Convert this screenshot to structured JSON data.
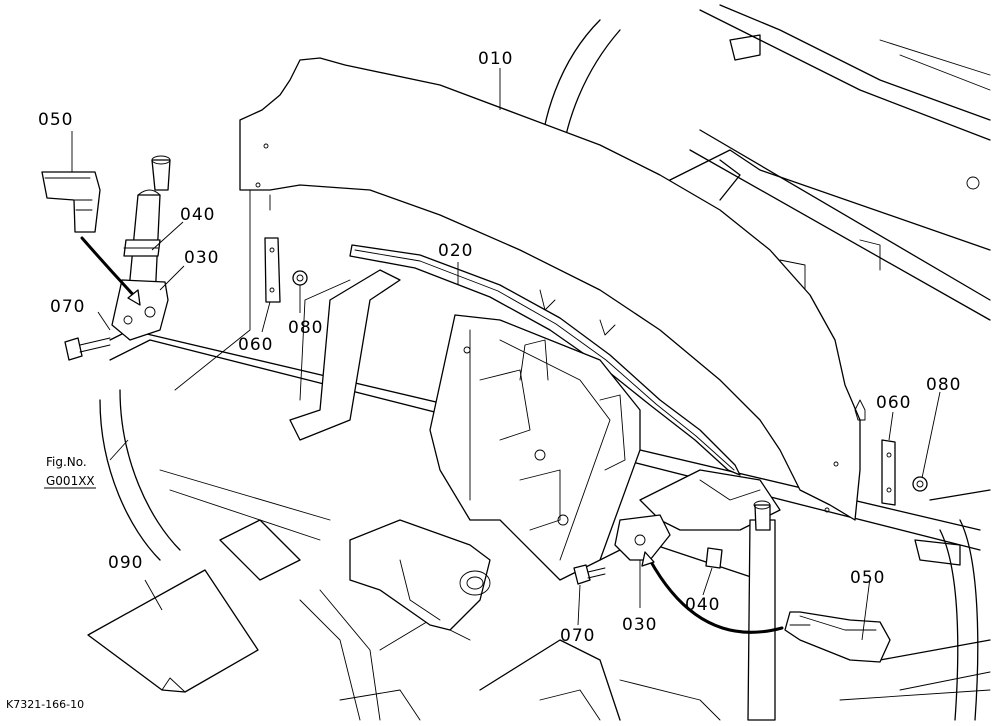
{
  "callouts": {
    "c010": "010",
    "c020": "020",
    "c030_left": "030",
    "c030_right": "030",
    "c040_left": "040",
    "c040_right": "040",
    "c050_left": "050",
    "c050_right": "050",
    "c060_left": "060",
    "c060_right": "060",
    "c070_left": "070",
    "c070_right": "070",
    "c080_left": "080",
    "c080_right": "080",
    "c090": "090"
  },
  "fig_ref": {
    "line1": "Fig.No.",
    "line2": "G001XX"
  },
  "diagram_code": "K7321-166-10"
}
